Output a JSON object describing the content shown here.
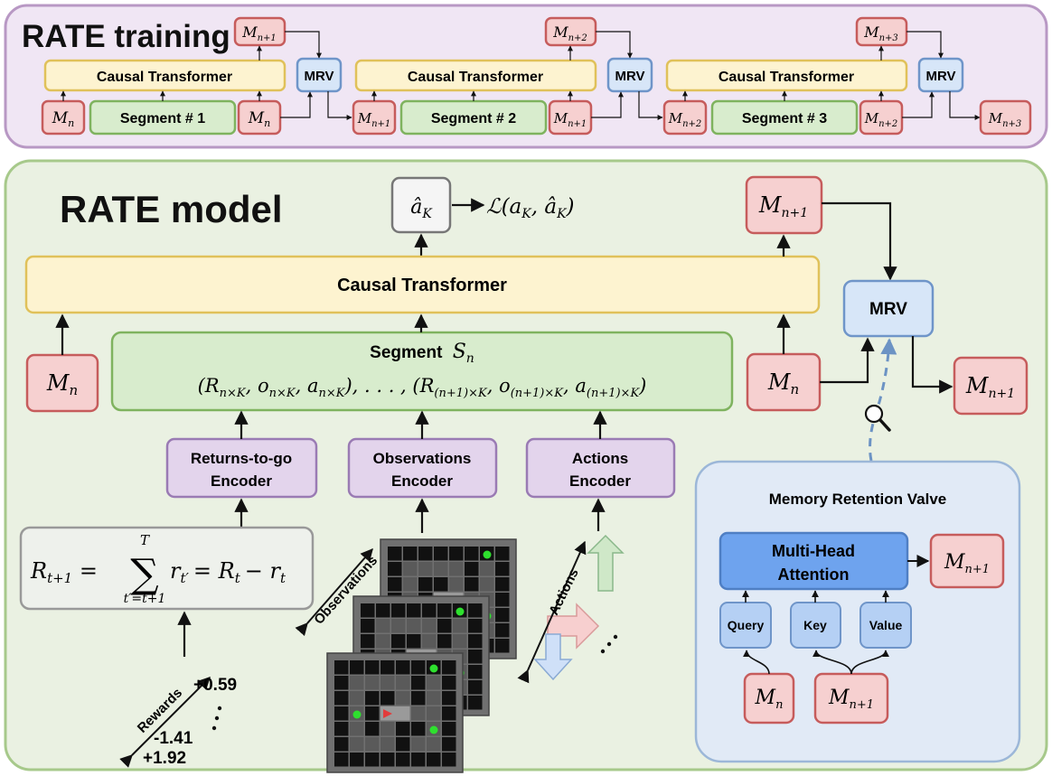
{
  "training": {
    "title": "RATE training",
    "segments": [
      {
        "transformer": "Causal Transformer",
        "segment": "Segment # 1",
        "mrv": "MRV",
        "mem_in_base": "M",
        "mem_in_sub": "n",
        "mem_out_base": "M",
        "mem_out_sub": "n+1"
      },
      {
        "transformer": "Causal Transformer",
        "segment": "Segment # 2",
        "mrv": "MRV",
        "mem_in_base": "M",
        "mem_in_sub": "n+1",
        "mem_out_base": "M",
        "mem_out_sub": "n+2"
      },
      {
        "transformer": "Causal Transformer",
        "segment": "Segment # 3",
        "mrv": "MRV",
        "mem_in_base": "M",
        "mem_in_sub": "n+2",
        "mem_out_base": "M",
        "mem_out_sub": "n+3"
      }
    ]
  },
  "model": {
    "title": "RATE model",
    "transformer": "Causal Transformer",
    "action_hat_base": "â",
    "action_hat_sub": "K",
    "loss": "ℒ(a",
    "loss_sub1": "K",
    "loss_mid": ", â",
    "loss_sub2": "K",
    "loss_end": ")",
    "segment_label": "Segment",
    "segment_symbol": "S",
    "segment_symbol_sub": "n",
    "segment_formula": "(R_{n×K}, o_{n×K}, a_{n×K}), . . . , (R_{(n+1)×K}, o_{(n+1)×K}, a_{(n+1)×K})",
    "mem_base": "M",
    "mem_n_sub": "n",
    "mem_next_sub": "n+1",
    "mrv": "MRV",
    "encoders": {
      "returns": [
        "Returns-to-go",
        "Encoder"
      ],
      "observations": [
        "Observations",
        "Encoder"
      ],
      "actions": [
        "Actions",
        "Encoder"
      ]
    },
    "returns_formula": {
      "lhs": "R",
      "lhs_sub": "t+1",
      "sum_top": "T",
      "sum_bottom": "t′=t+1",
      "term": "r",
      "term_sub": "t′",
      "rhs": "= R",
      "rhs_sub": "t",
      "rhs_tail": "− r",
      "rhs_tail_sub": "t"
    },
    "observations_label": "Observations",
    "actions_label": "Actions",
    "rewards_label": "Rewards",
    "reward_values": [
      "+0.59",
      "-1.41",
      "+1.92"
    ]
  },
  "mrv_detail": {
    "title": "Memory Retention Valve",
    "attention": [
      "Multi-Head",
      "Attention"
    ],
    "query": "Query",
    "key": "Key",
    "value": "Value"
  },
  "colors": {
    "training_bg": "#f0e6f4",
    "training_border": "#b898c4",
    "model_bg": "#eaf1e2",
    "model_border": "#a7c98b",
    "transformer_fill": "#fdf3d0",
    "transformer_stroke": "#e0c15a",
    "segment_fill": "#d8eccd",
    "segment_stroke": "#7fb35f",
    "memory_fill": "#f6d0d0",
    "memory_stroke": "#c65c5c",
    "mrv_fill": "#d7e6f8",
    "mrv_stroke": "#6f95c9",
    "encoder_fill": "#e3d4ec",
    "encoder_stroke": "#9a7bb4",
    "attention_fill": "#6ea3ee",
    "qkv_fill": "#b5d0f4"
  }
}
